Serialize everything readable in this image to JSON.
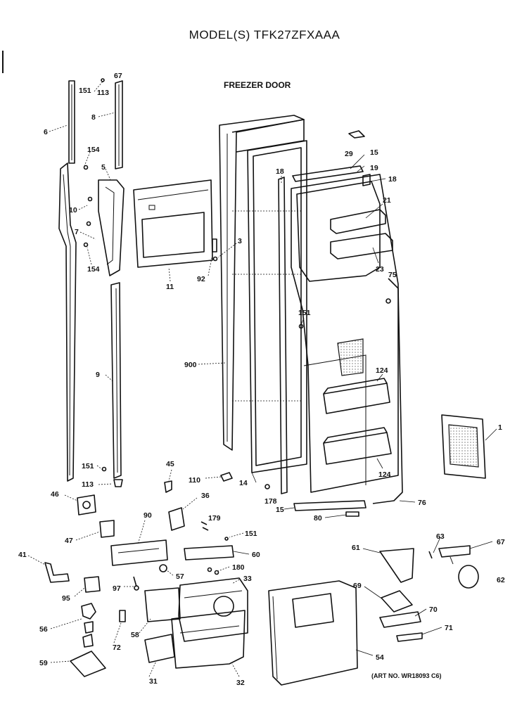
{
  "header": {
    "title": "MODEL(S) TFK27ZFXAAA",
    "subtitle": "FREEZER DOOR"
  },
  "footer": {
    "art_number": "(ART NO. WR18093 C6)"
  },
  "part_labels": {
    "p1": "1",
    "p3": "3",
    "p5": "5",
    "p6": "6",
    "p7": "7",
    "p8": "8",
    "p9": "9",
    "p10": "10",
    "p11": "11",
    "p14": "14",
    "p15a": "15",
    "p15b": "15",
    "p18a": "18",
    "p18b": "18",
    "p19": "19",
    "p21": "21",
    "p23": "23",
    "p29": "29",
    "p31": "31",
    "p32": "32",
    "p33": "33",
    "p36": "36",
    "p41": "41",
    "p45": "45",
    "p46": "46",
    "p47": "47",
    "p54": "54",
    "p56": "56",
    "p57": "57",
    "p58": "58",
    "p59": "59",
    "p60": "60",
    "p61": "61",
    "p62": "62",
    "p63": "63",
    "p67": "67",
    "p69": "69",
    "p70": "70",
    "p71": "71",
    "p72": "72",
    "p75": "75",
    "p76": "76",
    "p80": "80",
    "p90": "90",
    "p92": "92",
    "p95": "95",
    "p97": "97",
    "p110": "110",
    "p113a": "113",
    "p113b": "113",
    "p124a": "124",
    "p124b": "124",
    "p151a": "151",
    "p151b": "151",
    "p151c": "151",
    "p151d": "151",
    "p154a": "154",
    "p154b": "154",
    "p178": "178",
    "p179": "179",
    "p180": "180",
    "p900": "900"
  }
}
